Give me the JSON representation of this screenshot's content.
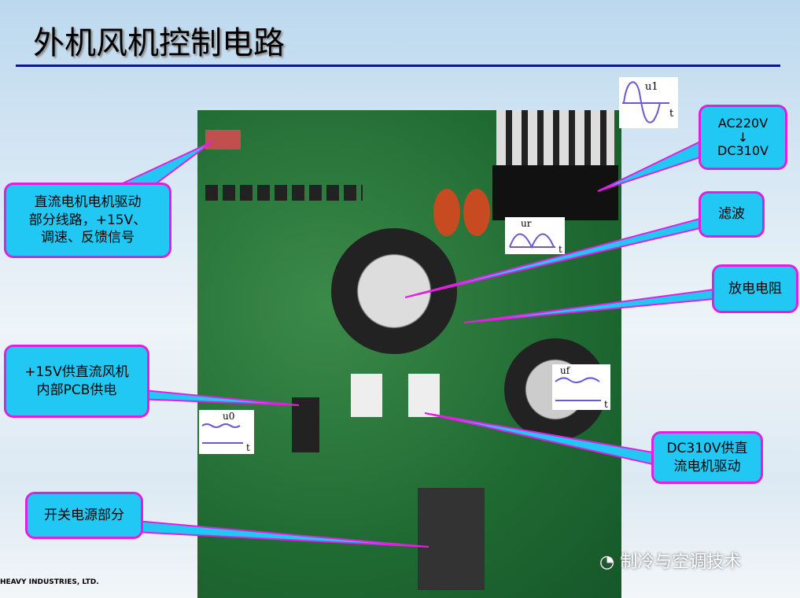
{
  "slide": {
    "title": "外机风机控制电路"
  },
  "callouts": [
    {
      "id": "dc-motor-drive-lines",
      "text": "直流电机电机驱动\n部分线路，+15V、\n调速、反馈信号"
    },
    {
      "id": "pcb-power",
      "text": "+15V供直流风机\n内部PCB供电"
    },
    {
      "id": "smps",
      "text": "开关电源部分"
    },
    {
      "id": "rectifier",
      "text": "AC220V\n↓\nDC310V"
    },
    {
      "id": "filter",
      "text": "滤波"
    },
    {
      "id": "discharge-resistor",
      "text": "放电电阻"
    },
    {
      "id": "dc310-drive",
      "text": "DC310V供直\n流电机驱动"
    }
  ],
  "waveforms": [
    {
      "label": "u1",
      "axis": "t"
    },
    {
      "label": "ur",
      "axis": "t"
    },
    {
      "label": "uf",
      "axis": "t"
    },
    {
      "label": "u0",
      "axis": "t"
    }
  ],
  "watermark": "制冷与空调技术",
  "footer_logo": "HEAVY INDUSTRIES, LTD.",
  "colors": {
    "callout_fill": "#22c8f4",
    "callout_border": "#e020e0",
    "title_rule": "#0a1a8a",
    "pcb": "#1f6a32"
  }
}
